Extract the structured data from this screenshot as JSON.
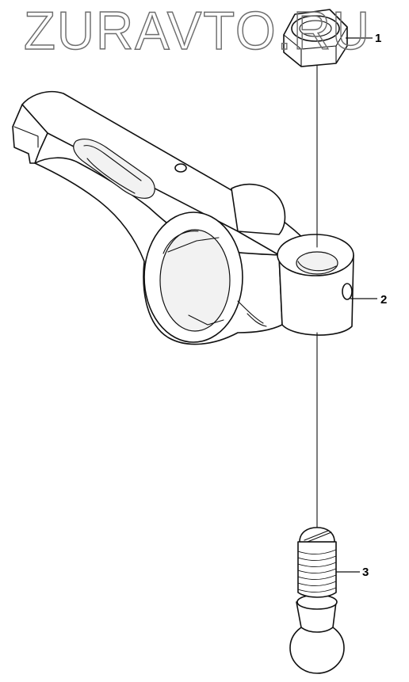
{
  "watermark": {
    "text": "ZURAVTO.RU"
  },
  "callouts": [
    {
      "id": "callout-1",
      "label": "1"
    },
    {
      "id": "callout-2",
      "label": "2"
    },
    {
      "id": "callout-3",
      "label": "3"
    }
  ],
  "parts": {
    "part_1": {
      "icon": "hex-nut-icon"
    },
    "part_2": {
      "icon": "rocker-arm-icon"
    },
    "part_3": {
      "icon": "adjusting-screw-icon"
    }
  },
  "colors": {
    "line": "#111111",
    "watermark": "#6e6e6e",
    "background": "#ffffff"
  }
}
